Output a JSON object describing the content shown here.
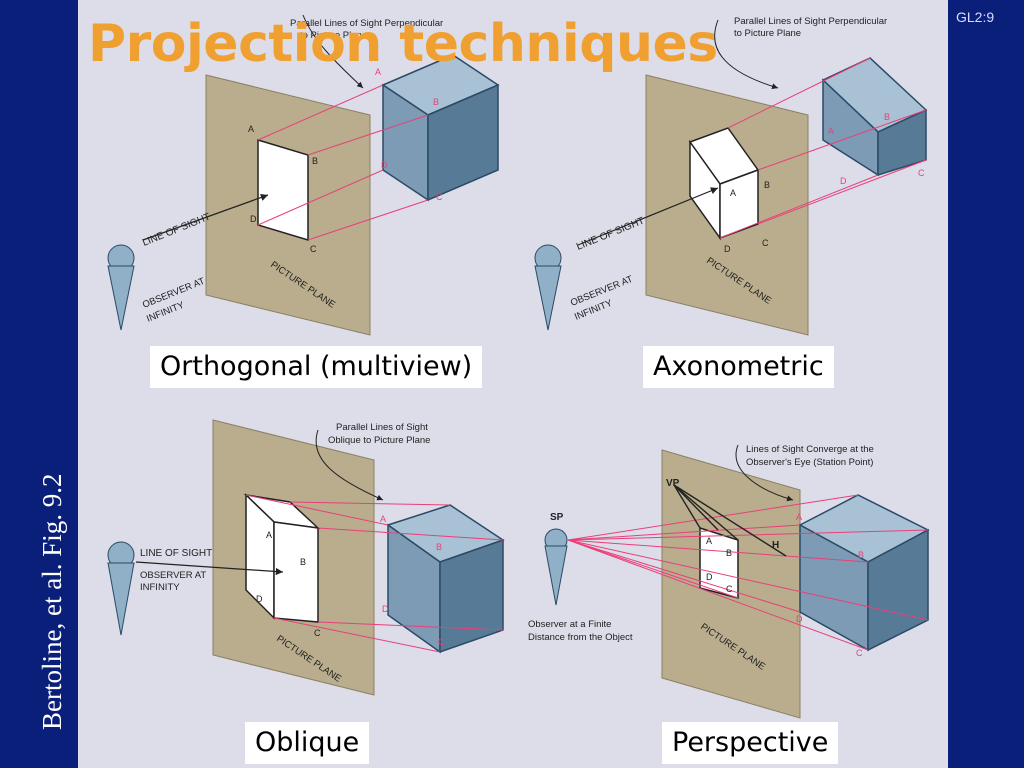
{
  "slide": {
    "title": "Projection techniques",
    "number": "GL2:9",
    "side_caption": "Bertoline, et al. Fig. 9.2"
  },
  "panels": {
    "orthogonal": {
      "label": "Orthogonal (multiview)",
      "annotation": [
        "Parallel Lines of Sight Perpendicular",
        "to Picture Plane"
      ],
      "line_of_sight": "LINE OF SIGHT",
      "observer": [
        "OBSERVER AT",
        "INFINITY"
      ],
      "picture_plane": "PICTURE PLANE",
      "plane_letters": [
        "A",
        "B",
        "C",
        "D"
      ],
      "cube_letters": [
        "A",
        "B",
        "C",
        "D"
      ]
    },
    "axonometric": {
      "label": "Axonometric",
      "annotation": [
        "Parallel Lines of Sight Perpendicular",
        "to Picture Plane"
      ],
      "line_of_sight": "LINE OF SIGHT",
      "observer": [
        "OBSERVER AT",
        "INFINITY"
      ],
      "picture_plane": "PICTURE PLANE",
      "plane_letters": [
        "A",
        "B",
        "C",
        "D"
      ],
      "cube_letters": [
        "A",
        "B",
        "C",
        "D"
      ]
    },
    "oblique": {
      "label": "Oblique",
      "annotation": [
        "Parallel Lines of Sight",
        "Oblique to Picture Plane"
      ],
      "line_of_sight": "LINE OF SIGHT",
      "observer": [
        "OBSERVER AT",
        "INFINITY"
      ],
      "picture_plane": "PICTURE PLANE",
      "plane_letters": [
        "A",
        "B",
        "C",
        "D"
      ],
      "cube_letters": [
        "A",
        "B",
        "C",
        "D"
      ]
    },
    "perspective": {
      "label": "Perspective",
      "annotation": [
        "Lines of Sight Converge at the",
        "Observer's Eye (Station Point)"
      ],
      "vp": "VP",
      "h": "H",
      "sp": "SP",
      "observer": [
        "Observer at a Finite",
        "Distance from the Object"
      ],
      "picture_plane": "PICTURE PLANE",
      "plane_letters": [
        "A",
        "B",
        "C",
        "D"
      ],
      "cube_letters": [
        "A",
        "B",
        "C",
        "D"
      ]
    }
  },
  "colors": {
    "background": "#0a1f7a",
    "title": "#f0a030",
    "plane": "#b9ad8d",
    "cube_front": "#7d9bb4",
    "cube_side": "#577a96",
    "cube_top": "#a9c1d4",
    "sight_lines": "#e8407a"
  }
}
